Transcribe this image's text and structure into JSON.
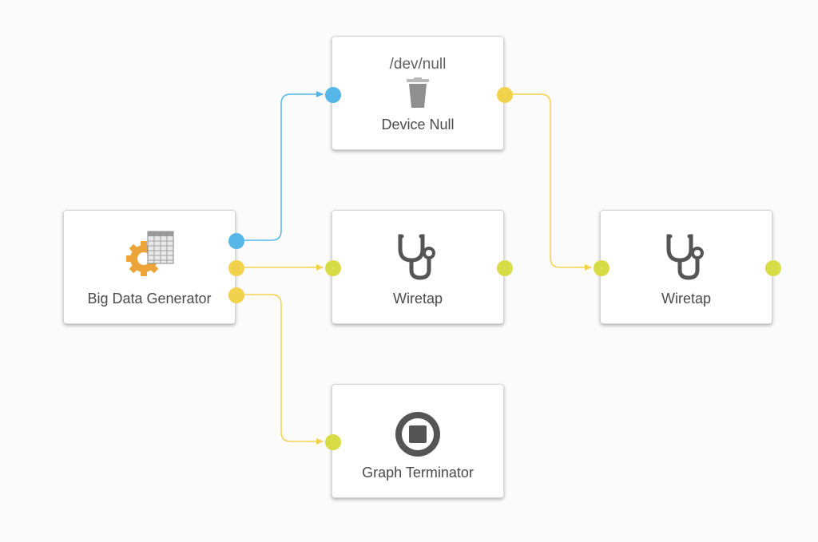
{
  "nodes": {
    "generator": {
      "label": "Big Data Generator",
      "icon": "gear-table-icon"
    },
    "devnull": {
      "title": "/dev/null",
      "label": "Device Null",
      "icon": "trash-icon"
    },
    "wiretap1": {
      "label": "Wiretap",
      "icon": "stethoscope-icon"
    },
    "wiretap2": {
      "label": "Wiretap",
      "icon": "stethoscope-icon"
    },
    "terminator": {
      "label": "Graph Terminator",
      "icon": "stop-icon"
    }
  },
  "edges": [
    {
      "from": "generator",
      "to": "devnull",
      "color": "#56b6e8"
    },
    {
      "from": "generator",
      "to": "wiretap1",
      "color": "#f2d24d"
    },
    {
      "from": "generator",
      "to": "terminator",
      "color": "#f2d24d"
    },
    {
      "from": "devnull",
      "to": "wiretap2",
      "color": "#f2d24d"
    }
  ],
  "colors": {
    "port_blue": "#56b6e8",
    "port_yellow": "#f2d24d",
    "port_lime": "#d7db45",
    "gear_orange": "#eba33a",
    "icon_gray": "#555555"
  }
}
